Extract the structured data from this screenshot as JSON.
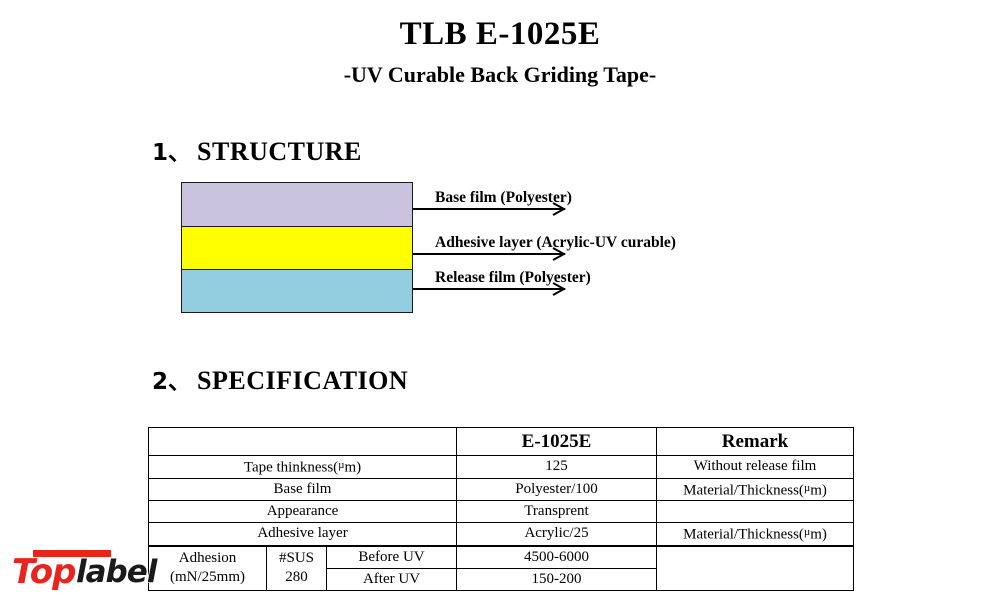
{
  "document": {
    "title": "TLB E-1025E",
    "subtitle": "-UV Curable Back Griding Tape-"
  },
  "sections": [
    {
      "number": "1、",
      "title": "STRUCTURE"
    },
    {
      "number": "2、",
      "title": "SPECIFICATION"
    }
  ],
  "structure_diagram": {
    "layers": [
      {
        "name": "base-film",
        "label": "Base film (Polyester)",
        "color": "#c9c3dd"
      },
      {
        "name": "adhesive-layer",
        "label": "Adhesive layer (Acrylic-UV curable)",
        "color": "#ffff00"
      },
      {
        "name": "release-film",
        "label": "Release film (Polyester)",
        "color": "#92cde0"
      }
    ]
  },
  "spec_table": {
    "headers": {
      "blank": "",
      "product": "E-1025E",
      "remark": "Remark"
    },
    "rows": [
      {
        "label": "Tape thinkness(µm)",
        "value": "125",
        "remark": "Without release film"
      },
      {
        "label": "Base film",
        "value": "Polyester/100",
        "remark": "Material/Thickness(µm)"
      },
      {
        "label": "Appearance",
        "value": "Transprent",
        "remark": ""
      },
      {
        "label": "Adhesive layer",
        "value": "Acrylic/25",
        "remark": "Material/Thickness(µm)"
      }
    ],
    "adhesion": {
      "label_line1": "Adhesion",
      "label_line2": "(mN/25mm)",
      "substrate_line1": "#SUS",
      "substrate_line2": "280",
      "conditions": [
        {
          "name": "Before UV",
          "value": "4500-6000"
        },
        {
          "name": "After UV",
          "value": "150-200"
        }
      ],
      "remark": ""
    }
  },
  "logo": {
    "part1": "Top",
    "part2": "label",
    "color_primary": "#e8241c",
    "color_secondary": "#1a1a1a"
  }
}
